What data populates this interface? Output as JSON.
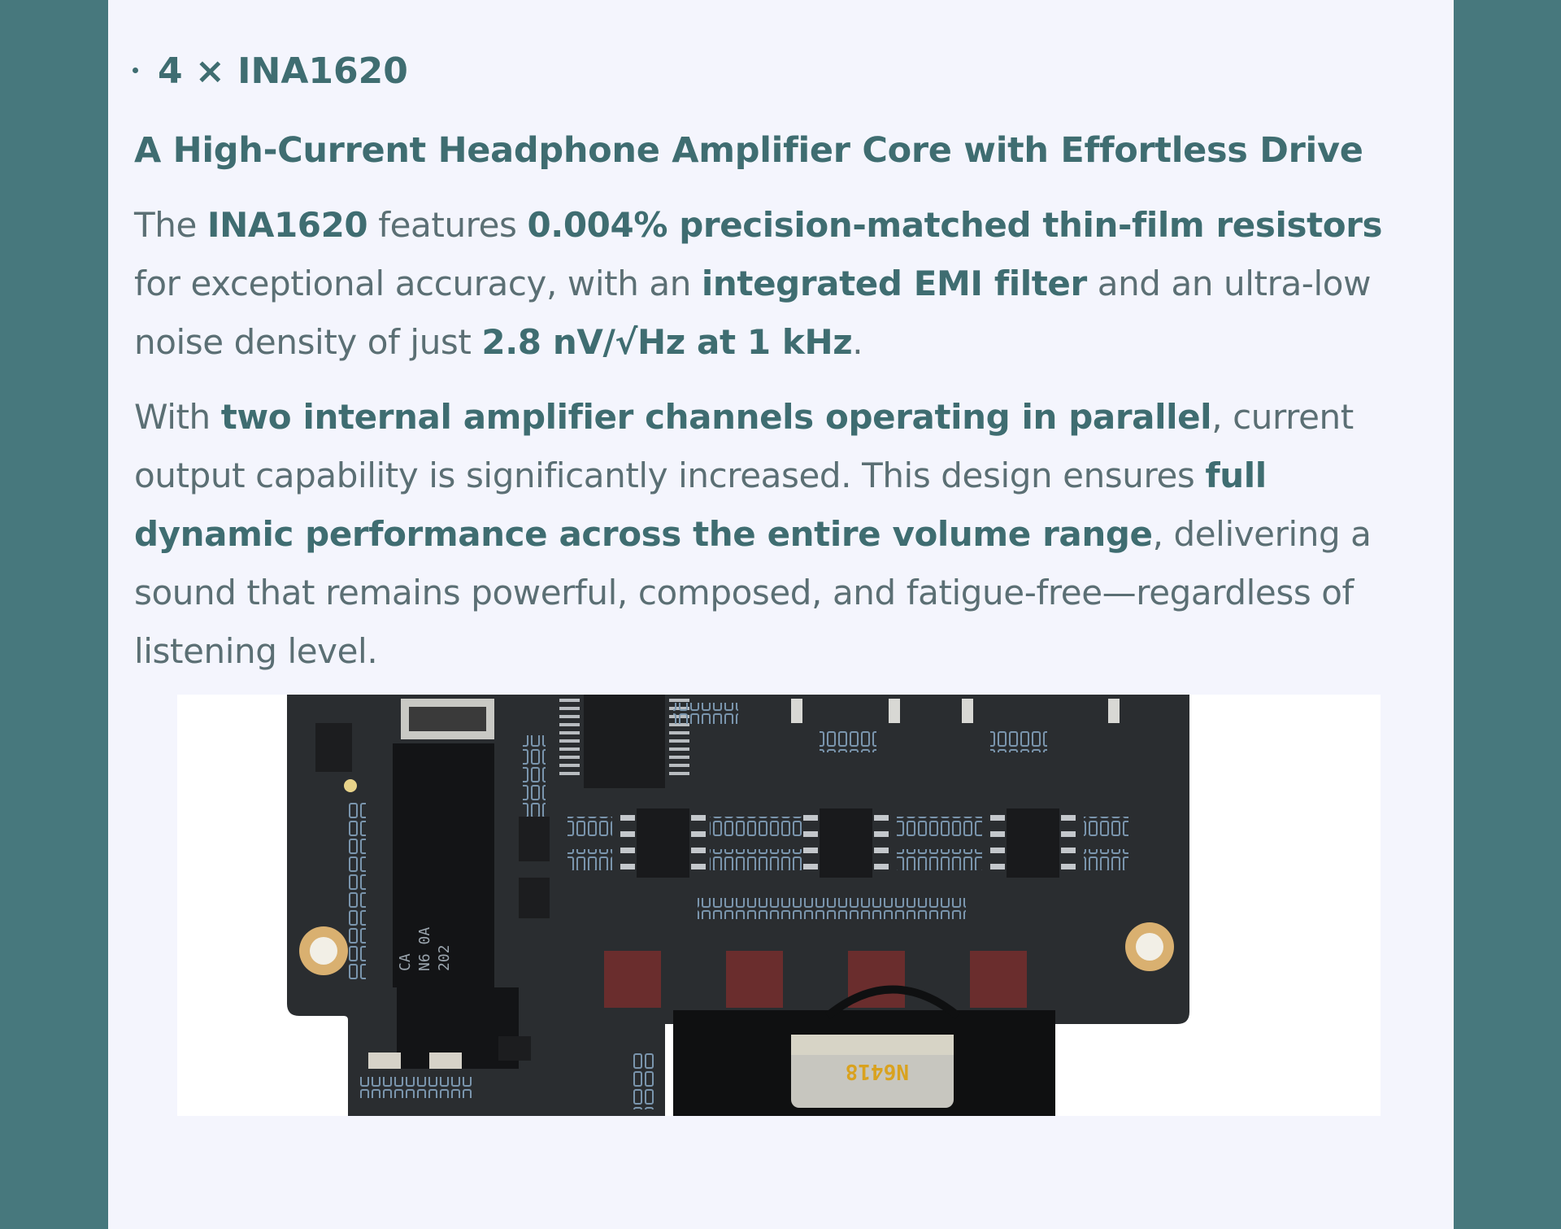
{
  "section": {
    "bullet_heading": "4 × INA1620",
    "sub_heading": "A High-Current Headphone Amplifier Core with Effortless Drive",
    "paragraph_1": {
      "t1": "The ",
      "b1": "INA1620",
      "t2": " features ",
      "b2": "0.004% precision-matched thin-film resistors",
      "t3": " for exceptional accuracy, with an ",
      "b3": "integrated EMI filter",
      "t4": " and an ultra-low noise density of just ",
      "b4": "2.8 nV/√Hz at 1 kHz",
      "t5": "."
    },
    "paragraph_2": {
      "t1": "With ",
      "b1": "two internal amplifier channels operating in parallel",
      "t2": ", current output capability is significantly increased. This design ensures ",
      "b2": "full dynamic performance across the entire volume range",
      "t3": ", delivering a sound that remains powerful, composed, and fatigue-free—regardless of listening level."
    },
    "photo": {
      "chip_marking": "N6418",
      "flex_marking_1": "CA",
      "flex_marking_2": "N6 0A",
      "flex_marking_3": "202"
    }
  },
  "colors": {
    "background": "#47787d",
    "panel": "#f4f5fd",
    "accent": "#3f6d71",
    "body_text": "#5b6f74",
    "pcb": "#2a2d30"
  }
}
